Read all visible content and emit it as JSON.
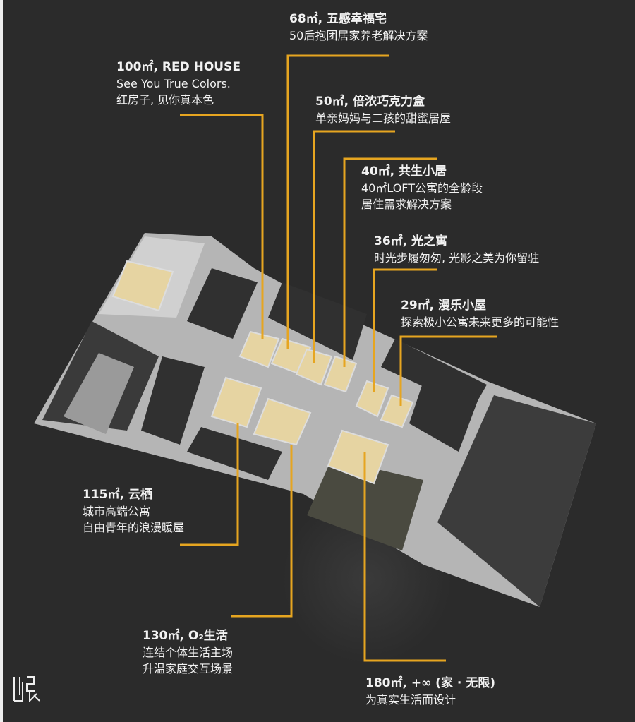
{
  "colors": {
    "background": "#2b2b2b",
    "leader": "#e6a520",
    "floor": "#b8b8b8",
    "void": "#303030",
    "room": "#e8d8a8"
  },
  "units": [
    {
      "title": "100㎡, RED HOUSE",
      "lines": [
        "See You True Colors.",
        "红房子, 见你真本色"
      ]
    },
    {
      "title": "68㎡, 五感幸福宅",
      "lines": [
        "50后抱团居家养老解决方案"
      ]
    },
    {
      "title": "50㎡, 倍浓巧克力盒",
      "lines": [
        "单亲妈妈与二孩的甜蜜居屋"
      ]
    },
    {
      "title": "40㎡, 共生小居",
      "lines": [
        "40㎡LOFT公寓的全龄段",
        "居住需求解决方案"
      ]
    },
    {
      "title": "36㎡, 光之寓",
      "lines": [
        "时光步履匆匆, 光影之美为你留驻"
      ]
    },
    {
      "title": "29㎡, 漫乐小屋",
      "lines": [
        "探索极小公寓未来更多的可能性"
      ]
    },
    {
      "title": "115㎡, 云栖",
      "lines": [
        "城市高端公寓",
        "自由青年的浪漫暖屋"
      ]
    },
    {
      "title": "130㎡, O₂生活",
      "lines": [
        "连结个体生活主场",
        "升温家庭交互场景"
      ]
    },
    {
      "title": "180㎡, +∞ (家 · 无限)",
      "lines": [
        "为真实生活而设计"
      ]
    }
  ],
  "logo": "logo-mark"
}
